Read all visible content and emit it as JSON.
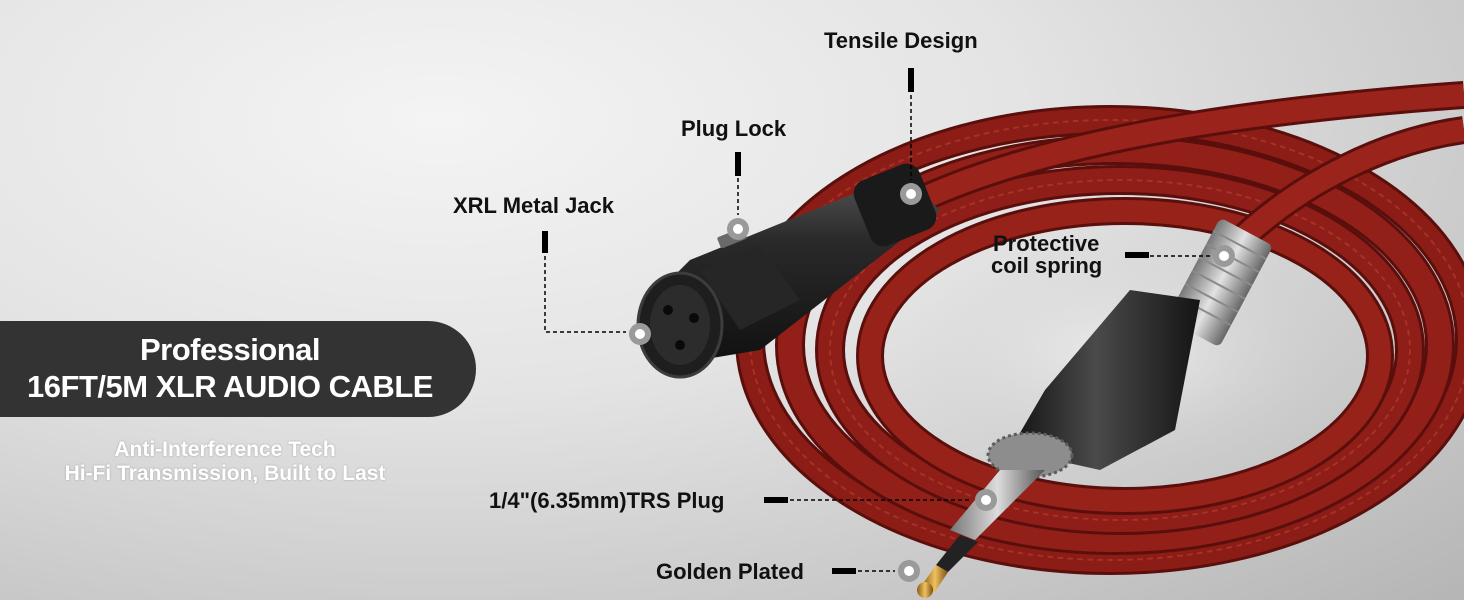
{
  "headline": {
    "line1": "Professional",
    "line2": "16FT/5M XLR  AUDIO CABLE"
  },
  "features": {
    "line1": "Anti-Interference Tech",
    "line2": "Hi-Fi Transmission, Built to Last"
  },
  "callouts": {
    "tensile": "Tensile Design",
    "plug_lock": "Plug Lock",
    "xlr_jack": "XRL Metal Jack",
    "spring_line1": "Protective",
    "spring_line2": "coil spring",
    "trs_plug": "1/4\"(6.35mm)TRS Plug",
    "golden": "Golden Plated"
  },
  "colors": {
    "cable": "#8b1c16",
    "connector": "#1c1c1c",
    "gold": "#c9962e",
    "banner": "#333333"
  }
}
